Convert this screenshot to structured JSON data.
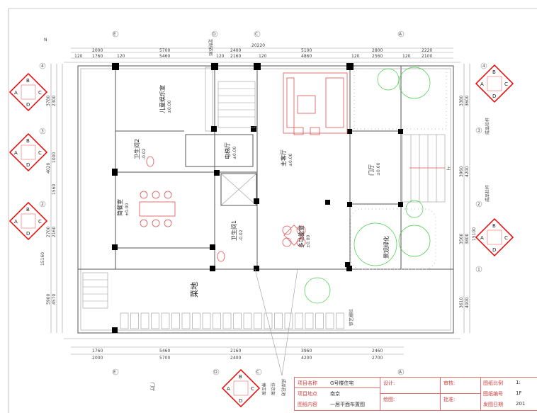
{
  "rooms": [
    {
      "name": "儿童娱乐室",
      "level": "±0.00"
    },
    {
      "name": "卫生间2",
      "level": "-0.02"
    },
    {
      "name": "电梯厅",
      "level": "±0.00"
    },
    {
      "name": "主客厅",
      "level": "±0.00"
    },
    {
      "name": "简餐室",
      "level": "±0.00"
    },
    {
      "name": "卫生间1",
      "level": "-0.02"
    },
    {
      "name": "多功能室",
      "level": "±0.00"
    },
    {
      "name": "门厅",
      "level": "±0.00"
    }
  ],
  "areas": {
    "landscape": "景观绿化",
    "vegetable": "菜地",
    "fence": "铁艺栅栏",
    "railing": "成品栏杆",
    "wardrobe": "定制衣柜",
    "door": "门厅",
    "curio": "博古架",
    "hanger": "挂衣架",
    "planter": "成品花池",
    "up": "上"
  },
  "dims": {
    "top_total": "20220",
    "top_outer": [
      "2000",
      "5700",
      "2400",
      "5100",
      "2800",
      "2220"
    ],
    "top_inner": [
      "1760",
      "5460",
      "2160",
      "4860",
      "2560",
      "2100"
    ],
    "bottom_inner": [
      "1760",
      "5460",
      "2160",
      "3960",
      "2460"
    ],
    "bottom_outer": [
      "2000",
      "5700",
      "2400",
      "4200",
      "2700"
    ],
    "left": [
      "3780",
      "4020",
      "2700",
      "5900"
    ],
    "left_inner": [
      "2300",
      "1000",
      "1560",
      "2160",
      "4570"
    ],
    "left_total": "15160",
    "right": [
      "3380",
      "3960",
      "3560",
      "3610"
    ],
    "right_inner": [
      "3600",
      "4200",
      "3800",
      "4000"
    ],
    "right_total": "15100",
    "wall": "120"
  },
  "axes": {
    "rows": [
      "4",
      "3",
      "2",
      "1"
    ],
    "cols": [
      "E",
      "D",
      "C",
      "A"
    ]
  },
  "index_symbol": {
    "letters": [
      "A",
      "B",
      "C",
      "D"
    ]
  },
  "north": "N",
  "title_block": {
    "project_name_label": "项目名称",
    "project_name": "G号楼住宅",
    "location_label": "项目地点",
    "location": "南京",
    "content_label": "图纸内容",
    "content": "一层平面布置图",
    "design_label": "设计:",
    "draw_label": "绘图:",
    "review_label": "审核:",
    "approve_label": "批准:",
    "scale_label": "图纸比例",
    "scale": "1:",
    "number_label": "图纸编号",
    "number": "1F",
    "date_label": "发图日期",
    "date": "201"
  }
}
